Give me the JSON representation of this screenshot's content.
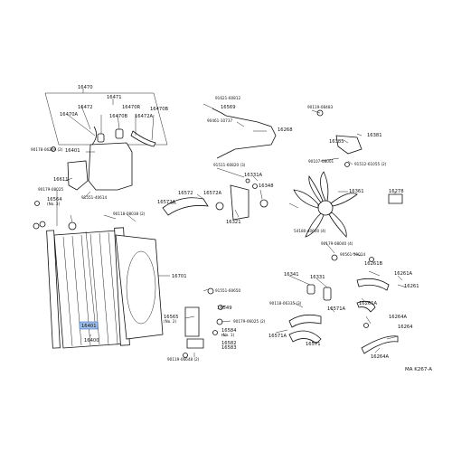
{
  "diagram": {
    "code": "MA K267-A",
    "labels": {
      "p16470": "16470",
      "p16471": "16471",
      "p16472": "16472",
      "p16470R": "16470R",
      "p16470B": "16470B",
      "p16470A": "16470A",
      "p16470B_2": "16470B",
      "p16472A": "16472A",
      "p90178_06209": "90178-06209 (2)",
      "p16401_cap": "16401",
      "p16611": "16611",
      "p91551_40614": "91551-40614",
      "p90179_08025": "90179-08025",
      "p16564": "16564",
      "p16564_no3": "(No. 3)",
      "p90118_08038": "90118-08038 (2)",
      "p91621_60812": "91621-60812",
      "p16569": "16569",
      "p90461_10737": "90461-10737",
      "p16268": "16268",
      "p90119_08483": "90119-08483",
      "p16385": "16385",
      "p16381": "16381",
      "p90107_08001": "90107-08001",
      "p91512_61055": "91512-61055 (2)",
      "p91511_60820": "91511-60820 (3)",
      "p16331A": "16331A",
      "p16572": "16572",
      "p16572A": "16572A",
      "p16572A_2": "16572A",
      "p16348": "16348",
      "p16361": "16361",
      "p16278": "16278",
      "p16321": "16321",
      "p54180_40600": "54180-40600 (4)",
      "p90179_08040": "90179-08040 (4)",
      "p90561_30014": "90561-30014",
      "p16261B": "16261B",
      "p16261A": "16261A",
      "p16261": "16261",
      "p16261A_2": "16261A",
      "p16341": "16341",
      "p16331": "16331",
      "p90118_06335": "90118-06335 (3)",
      "p16571A": "16571A",
      "p16571A_2": "16571A",
      "p16571": "16571",
      "p16701": "16701",
      "p91551_60650": "91551-60650",
      "p16549": "16549",
      "p16565": "16565",
      "p16565_no2": "(No. 2)",
      "p90179_06025": "90179-06025 (2)",
      "p16584": "16584",
      "p16584_no1": "(No. 1)",
      "p16582": "16582",
      "p16583": "16583",
      "p90119_06648": "90119-06648 (2)",
      "p16401": "16401",
      "p16400": "16400",
      "p16264A": "16264A",
      "p16264": "16264",
      "p16264A_2": "16264A"
    }
  }
}
